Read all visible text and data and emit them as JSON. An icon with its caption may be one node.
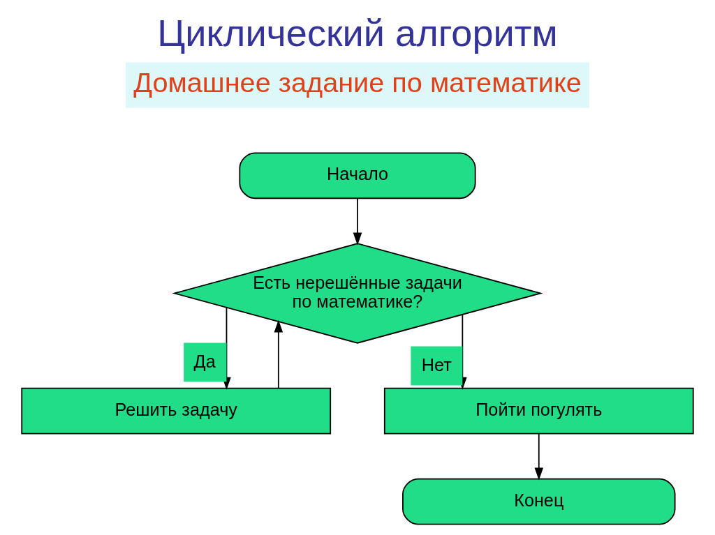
{
  "diagram": {
    "title": "Циклический алгоритм",
    "nodes": [
      {
        "text": [
          "Начало"
        ]
      },
      {
        "text": [
          "Есть нерешённые задачи по математике?"
        ]
      },
      {
        "text": [
          "Решить задачу"
        ]
      },
      {
        "text": [
          "Пойти погулять"
        ]
      },
      {
        "text": [
          "Конец"
        ]
      }
    ],
    "edges": [
      {
        "from": 0,
        "to": 1,
        "arrow": "to"
      },
      {
        "from": 1,
        "to": 2,
        "arrow": "to",
        "label": "Да"
      },
      {
        "from": 2,
        "to": 1,
        "arrow": "to"
      },
      {
        "from": 1,
        "to": 3,
        "arrow": "to",
        "label": "Нет"
      },
      {
        "from": 3,
        "to": 4,
        "arrow": "to"
      }
    ],
    "labels": [
      "Домашнее задание по математике"
    ]
  }
}
